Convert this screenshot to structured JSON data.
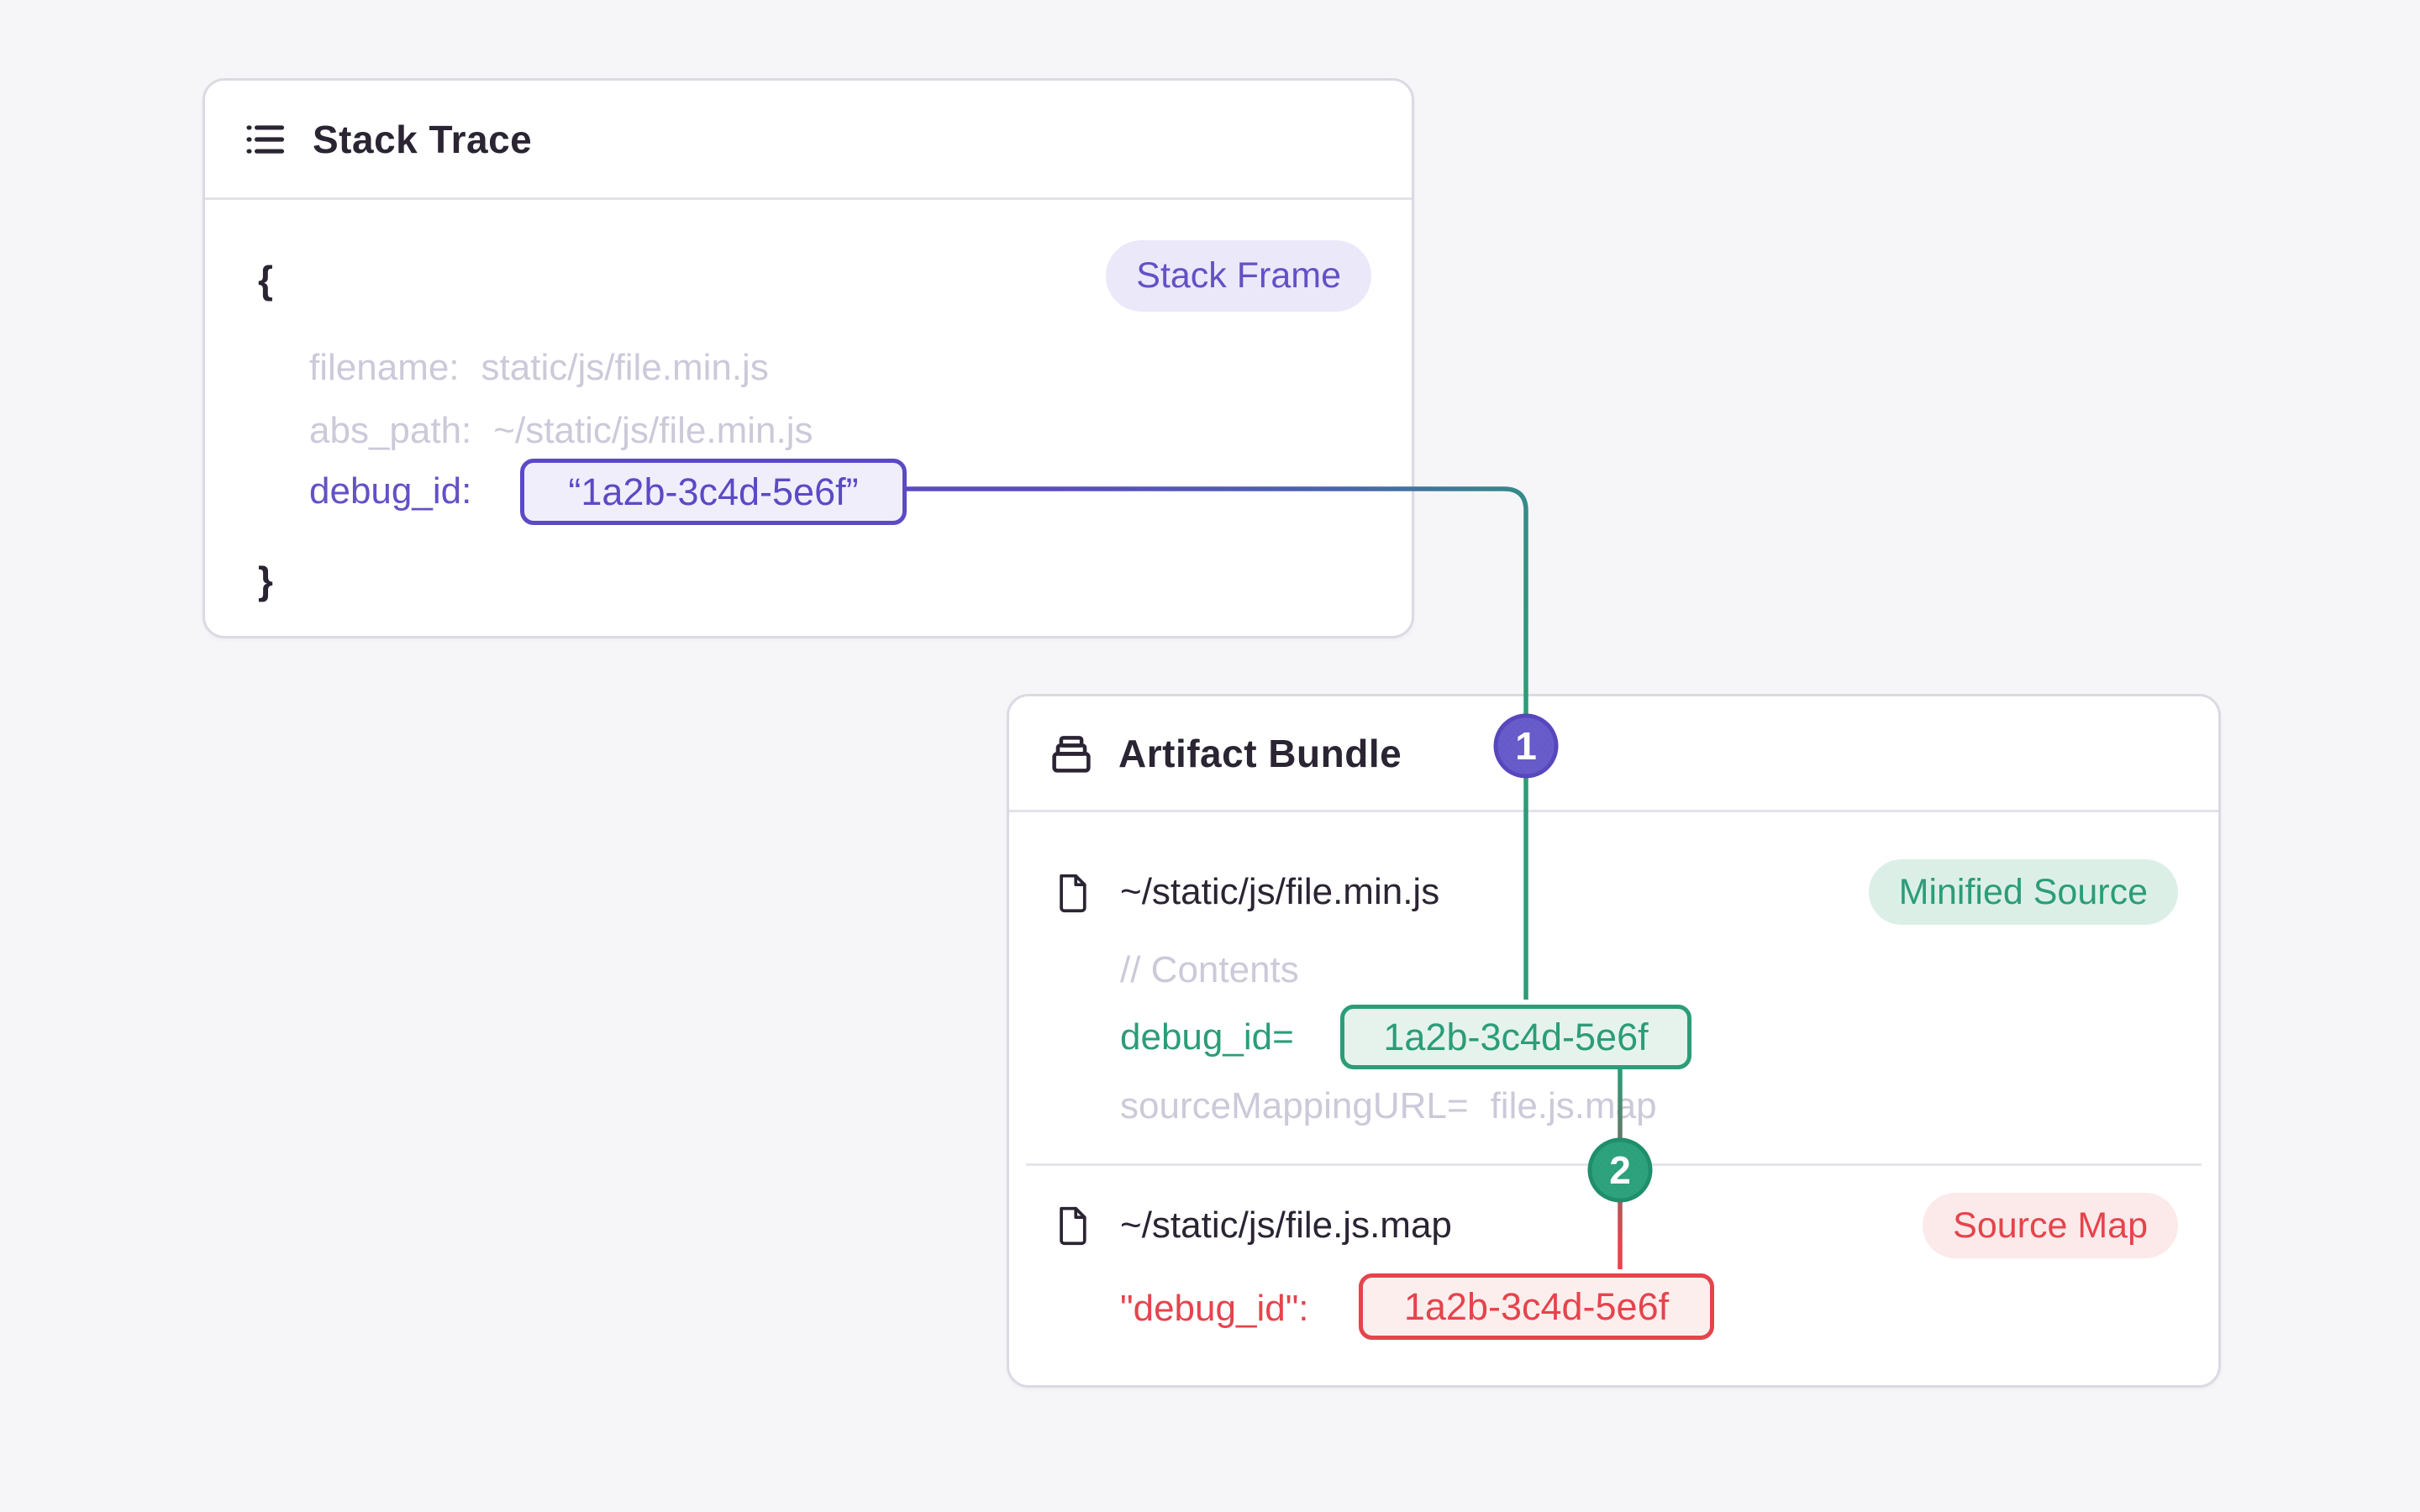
{
  "page": {
    "background": "#f6f6f8"
  },
  "colors": {
    "purple": "#6351c6",
    "purple_border": "#5b4ac5",
    "purple_badge_bg": "#ebe8fa",
    "green": "#2b9d78",
    "green_box_bg": "#e6f3ed",
    "green_badge_bg": "#dcefe7",
    "red": "#e5444c",
    "red_box_bg": "#fdeeee",
    "red_badge_bg": "#fce9e9",
    "dark_text": "#2b2433",
    "muted_text": "#ccc9d9",
    "card_border": "#dcd9e5",
    "circle1_fill": "#675cca",
    "circle2_fill": "#2ea27d"
  },
  "stack_trace": {
    "title": "Stack Trace",
    "badge": "Stack Frame",
    "open_brace": "{",
    "close_brace": "}",
    "rows": [
      {
        "key": "filename:",
        "value": "static/js/file.min.js"
      },
      {
        "key": "abs_path:",
        "value": "~/static/js/file.min.js"
      }
    ],
    "debug_key": "debug_id:",
    "debug_value": "“1a2b-3c4d-5e6f”"
  },
  "artifact_bundle": {
    "title": "Artifact Bundle",
    "file1": {
      "path": "~/static/js/file.min.js",
      "badge": "Minified Source",
      "comment": "// Contents",
      "debug_key": "debug_id=",
      "debug_value": "1a2b-3c4d-5e6f",
      "mapping_key": "sourceMappingURL=",
      "mapping_value": "file.js.map"
    },
    "file2": {
      "path": "~/static/js/file.js.map",
      "badge": "Source Map",
      "debug_key": "\"debug_id\":",
      "debug_value": "1a2b-3c4d-5e6f"
    }
  },
  "connectors": {
    "step1": "1",
    "step2": "2"
  }
}
